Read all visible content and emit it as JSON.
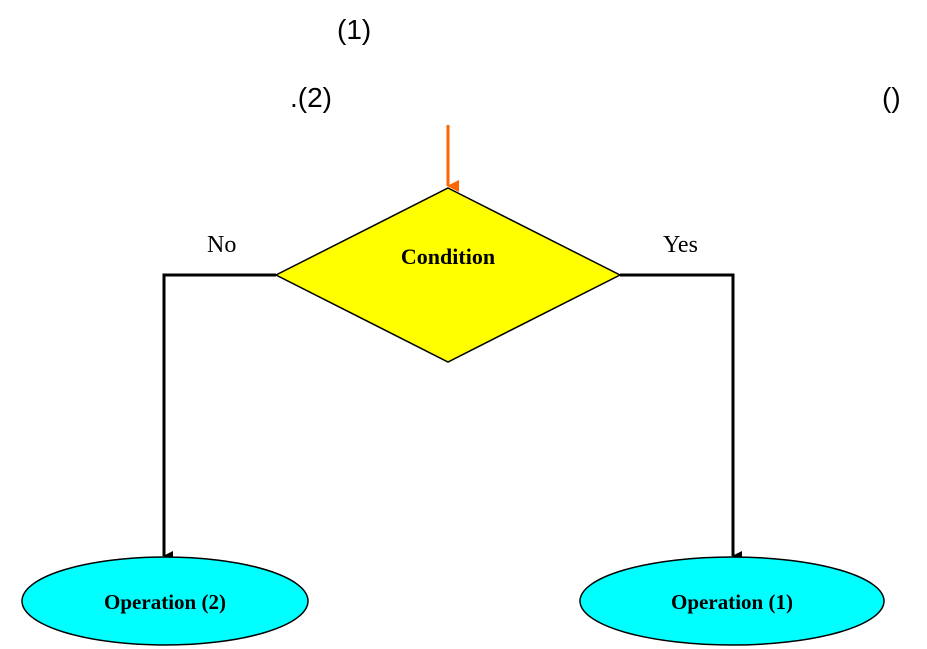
{
  "captions": {
    "line1": "(1)",
    "line2": ".(2)",
    "line3": "()"
  },
  "flowchart": {
    "decision": {
      "label": "Condition",
      "fill": "#ffff00"
    },
    "branch_no": "No",
    "branch_yes": "Yes",
    "operation_left": {
      "label": "Operation (2)",
      "fill": "#00ffff"
    },
    "operation_right": {
      "label": "Operation (1)",
      "fill": "#00ffff"
    },
    "entry_arrow_color": "#ff6600",
    "connector_color": "#000000"
  }
}
